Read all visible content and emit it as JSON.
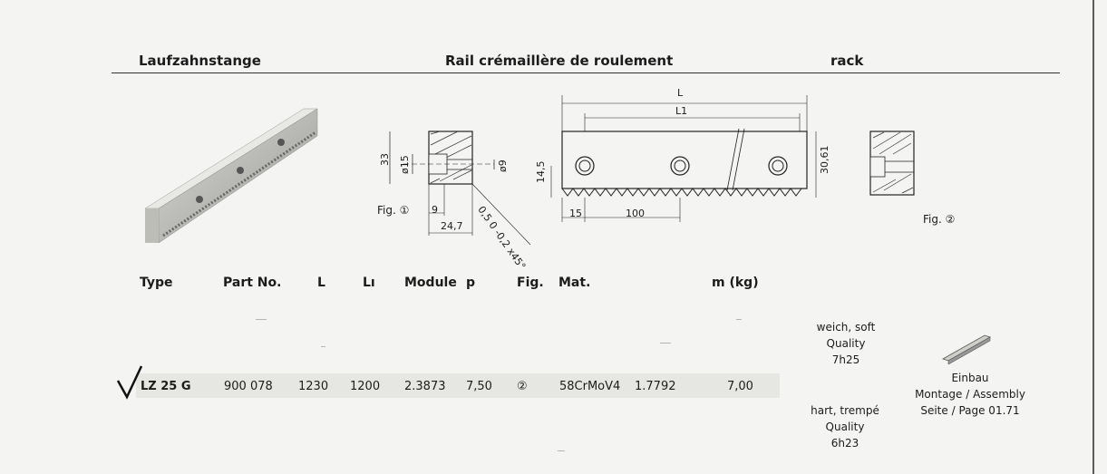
{
  "header": {
    "title_de": "Laufzahnstange",
    "title_fr": "Rail crémaillère de roulement",
    "title_en": "rack"
  },
  "drawings": {
    "fig1_label": "Fig. ①",
    "fig2_label": "Fig. ②",
    "fig1_dims": {
      "h": "33",
      "dia1": "ø15",
      "dia2": "ø9",
      "d9": "9",
      "d247": "24,7",
      "chamfer": "0,5 0 -0,2 x45°"
    },
    "rack_dims": {
      "L": "L",
      "L1": "L1",
      "h145": "14,5",
      "h3061": "30,61",
      "d15": "15",
      "d100": "100"
    }
  },
  "table": {
    "headers": [
      "Type",
      "Part No.",
      "L",
      "Lı",
      "Module",
      "p",
      "Fig.",
      "Mat.",
      "m (kg)"
    ],
    "row": {
      "type": "LZ 25 G",
      "part_no": "900 078",
      "L": "1230",
      "L1": "1200",
      "module": "2.3873",
      "p": "7,50",
      "fig": "②",
      "mat": "58CrMoV4",
      "mat_no": "1.7792",
      "mass": "7,00"
    }
  },
  "notes": {
    "soft_1": "weich, soft",
    "soft_2": "Quality",
    "soft_3": "7h25",
    "hard_1": "hart, trempé",
    "hard_2": "Quality",
    "hard_3": "6h23",
    "einbau_1": "Einbau",
    "einbau_2": "Montage / Assembly",
    "einbau_3": "Seite / Page 01.71"
  }
}
